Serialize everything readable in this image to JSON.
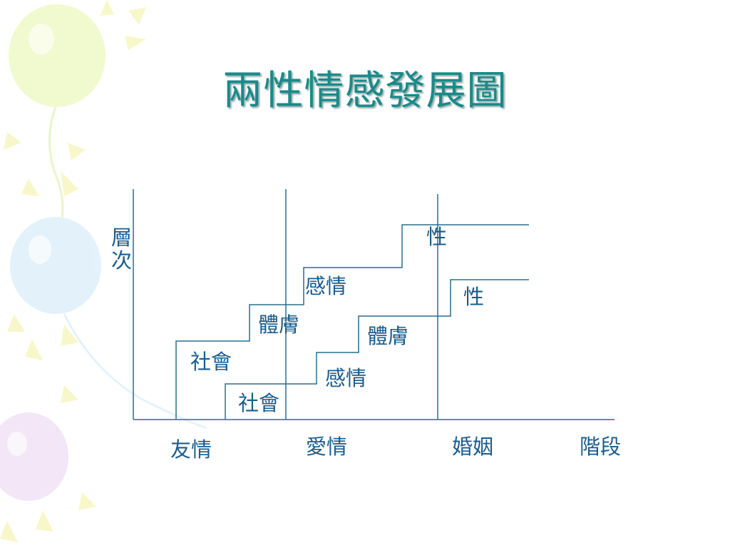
{
  "title": "兩性情感發展圖",
  "y_axis_label": "層次",
  "x_axis": {
    "stages": [
      "友情",
      "愛情",
      "婚姻"
    ],
    "axis_label": "階段"
  },
  "upper_staircase": [
    "社會",
    "體膚",
    "感情",
    "性"
  ],
  "lower_staircase": [
    "社會",
    "感情",
    "體膚",
    "性"
  ],
  "colors": {
    "title": "#1a8a8a",
    "text": "#1a5c8c",
    "lines": "#2a6f8f"
  }
}
